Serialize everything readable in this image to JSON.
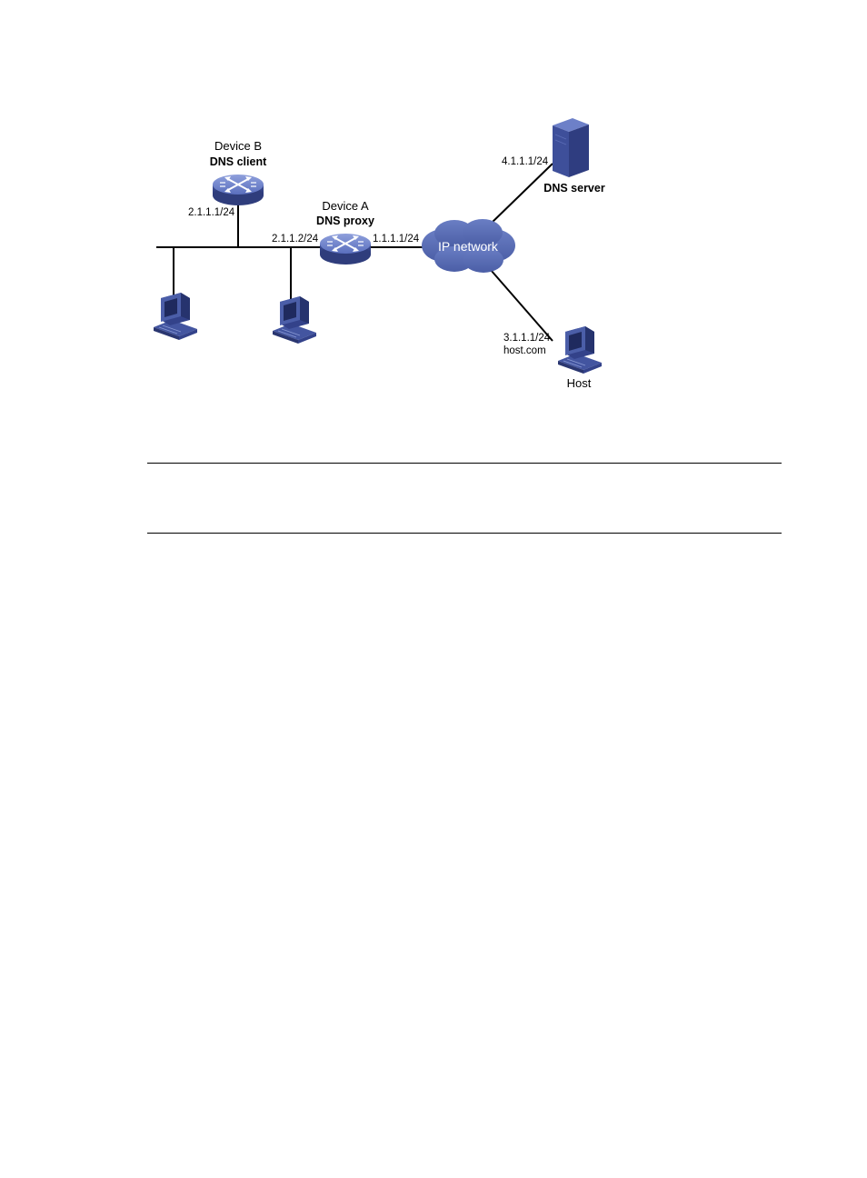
{
  "diagram": {
    "device_b": {
      "name": "Device B",
      "role": "DNS client",
      "ip": "2.1.1.1/24"
    },
    "device_a": {
      "name": "Device A",
      "role": "DNS proxy",
      "ip_lan": "2.1.1.2/24",
      "ip_wan": "1.1.1.1/24"
    },
    "cloud": {
      "label": "IP network"
    },
    "dns_server": {
      "label": "DNS server",
      "ip": "4.1.1.1/24"
    },
    "host": {
      "label": "Host",
      "ip": "3.1.1.1/24",
      "hostname": "host.com"
    }
  },
  "colors": {
    "device_blue": "#4a5fa8",
    "cloud_blue": "#5468b0",
    "line": "#000000"
  }
}
